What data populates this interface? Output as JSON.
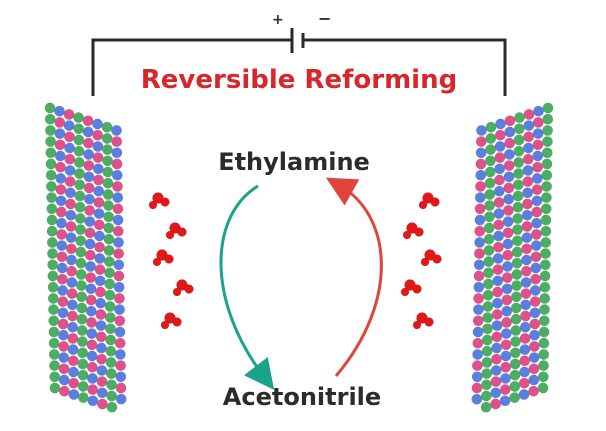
{
  "title": "Reversible Reforming",
  "battery": {
    "plus": "+",
    "minus": "−"
  },
  "top_compound": "Ethylamine",
  "bottom_compound": "Acetonitrile",
  "colors": {
    "title": "#d8262b",
    "wire": "#2a2a2a",
    "arrow_down": "#1aa38a",
    "arrow_up": "#e0443a",
    "atom_pink": "#e0508a",
    "atom_blue": "#5b7fe0",
    "atom_green": "#4cae63",
    "atom_red": "#e01818"
  }
}
